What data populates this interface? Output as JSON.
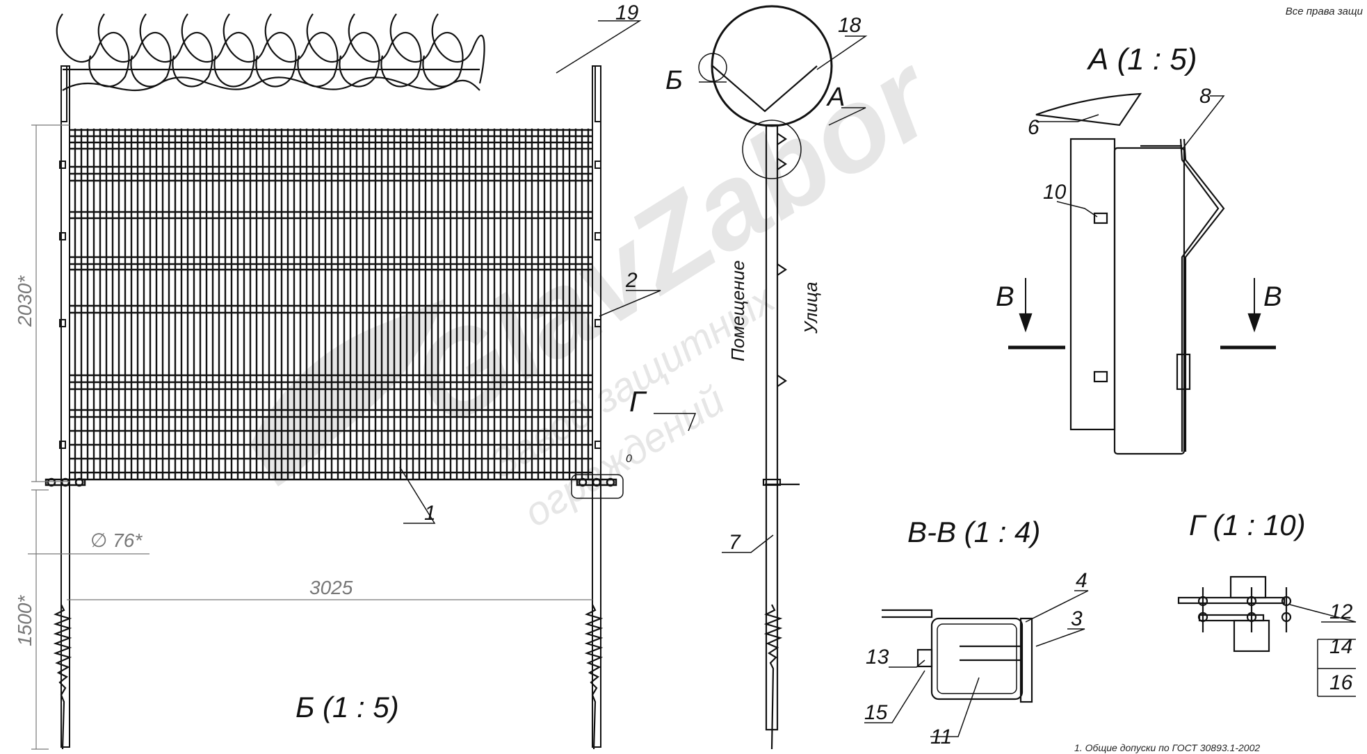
{
  "rights_text": "Все права защи",
  "note_text": "1. Общие допуски по ГОСТ 30893.1-2002",
  "watermark": {
    "brand": "GlavZabor",
    "tagline1": "Завод защитных",
    "tagline2": "ограждений"
  },
  "views": {
    "b": "Б (1 : 5)",
    "a": "А (1 : 5)",
    "vv": "В-В (1 : 4)",
    "g": "Г (1 : 10)"
  },
  "section_letters": {
    "b": "Б",
    "a": "А",
    "v": "В",
    "g": "Г"
  },
  "dimensions": {
    "height_panel": "2030*",
    "height_post": "1500*",
    "width": "3025",
    "diameter": "∅ 76*",
    "gap": "0"
  },
  "side_labels": {
    "room": "Помещение",
    "street": "Улица"
  },
  "callouts": [
    "1",
    "2",
    "3",
    "4",
    "6",
    "7",
    "8",
    "10",
    "11",
    "12",
    "13",
    "14",
    "15",
    "16",
    "18",
    "19"
  ]
}
